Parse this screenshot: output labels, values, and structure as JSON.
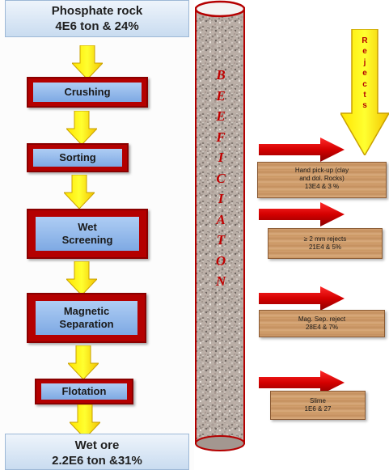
{
  "feed": {
    "line1": "Phosphate rock",
    "line2": "4E6 ton & 24%"
  },
  "steps": {
    "crushing": "Crushing",
    "sorting": "Sorting",
    "wet_screening": [
      "Wet",
      "Screening"
    ],
    "magnetic_separation": [
      "Magnetic",
      "Separation"
    ],
    "flotation": "Flotation"
  },
  "product": {
    "line1": "Wet ore",
    "line2": "2.2E6 ton &31%"
  },
  "pipe_word": [
    "B",
    "E",
    "E",
    "F",
    "I",
    "C",
    "I",
    "A",
    "T",
    "O",
    "N"
  ],
  "rejects_word": [
    "R",
    "e",
    "j",
    "e",
    "c",
    "t",
    "s"
  ],
  "rejects": {
    "hand_pickup": [
      "Hand pick-up (clay",
      "and dol. Rocks)",
      "13E4 & 3 %"
    ],
    "screen_rejects": [
      "≥ 2 mm rejects",
      "21E4 & 5%"
    ],
    "mag_rejects": [
      "Mag. Sep. reject",
      "28E4 & 7%"
    ],
    "slime": [
      "Slime",
      "1E6 & 27"
    ]
  },
  "colors": {
    "step_border": "#b40000",
    "step_face": "#8fb5ea",
    "arrow_yellow": "#ffff00",
    "arrow_red": "#c00000",
    "text_red": "#c00000"
  }
}
